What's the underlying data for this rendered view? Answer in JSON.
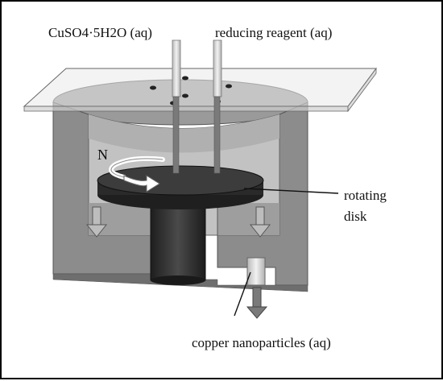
{
  "labels": {
    "cuso4": "CuSO4·5H2O (aq)",
    "reducing": "reducing reagent (aq)",
    "rotation": "N",
    "rotating_line1": "rotating",
    "rotating_line2": "disk",
    "product": "copper nanoparticles (aq)"
  },
  "colors": {
    "reactor_wall": "#8f8f8f",
    "reactor_inner": "#a8a8a8",
    "disk": "#3a3a3a",
    "shaft": "#2f2f2f",
    "lid": "#e4e4e4"
  }
}
